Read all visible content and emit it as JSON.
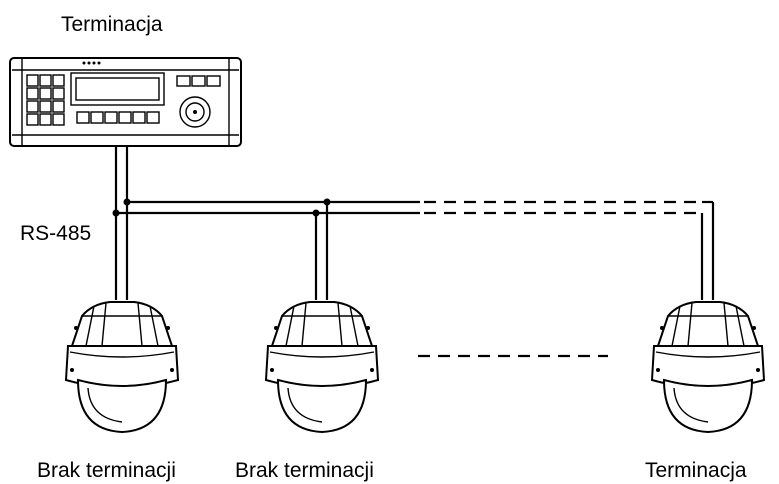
{
  "labels": {
    "controller_termination": "Terminacja",
    "bus": "RS-485",
    "camera_1": "Brak terminacji",
    "camera_2": "Brak terminacji",
    "camera_3": "Terminacja"
  },
  "icons": {
    "controller": "ptz-keyboard-controller-icon",
    "camera": "dome-camera-icon",
    "junction": "junction-dot-icon"
  }
}
